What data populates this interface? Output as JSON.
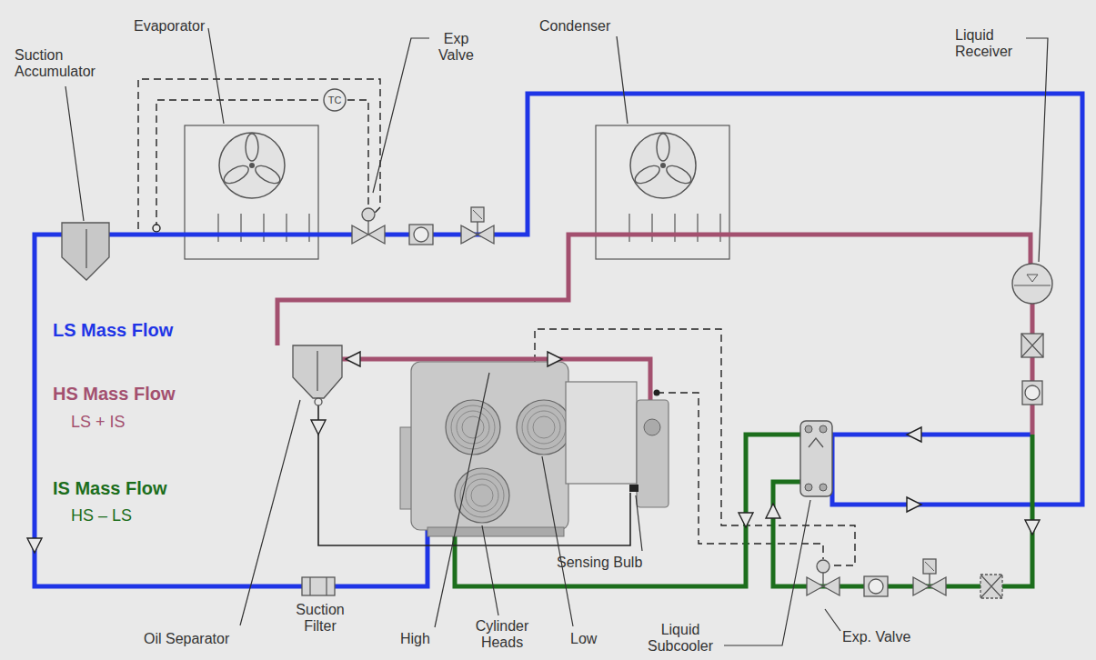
{
  "diagram": {
    "nodes": [
      {
        "text": [
          "TC"
        ]
      }
    ],
    "labels": [
      "Suction Accumulator",
      "Evaporator",
      "Exp Valve",
      "Condenser",
      "Liquid Receiver",
      "LS Mass Flow",
      "HS Mass Flow",
      "LS + IS",
      "IS Mass Flow",
      "HS – LS",
      "Sensing Bulb",
      "Suction Filter",
      "Oil Separator",
      "High",
      "Cylinder Heads",
      "Low",
      "Liquid Subcooler",
      "Exp. Valve"
    ]
  }
}
